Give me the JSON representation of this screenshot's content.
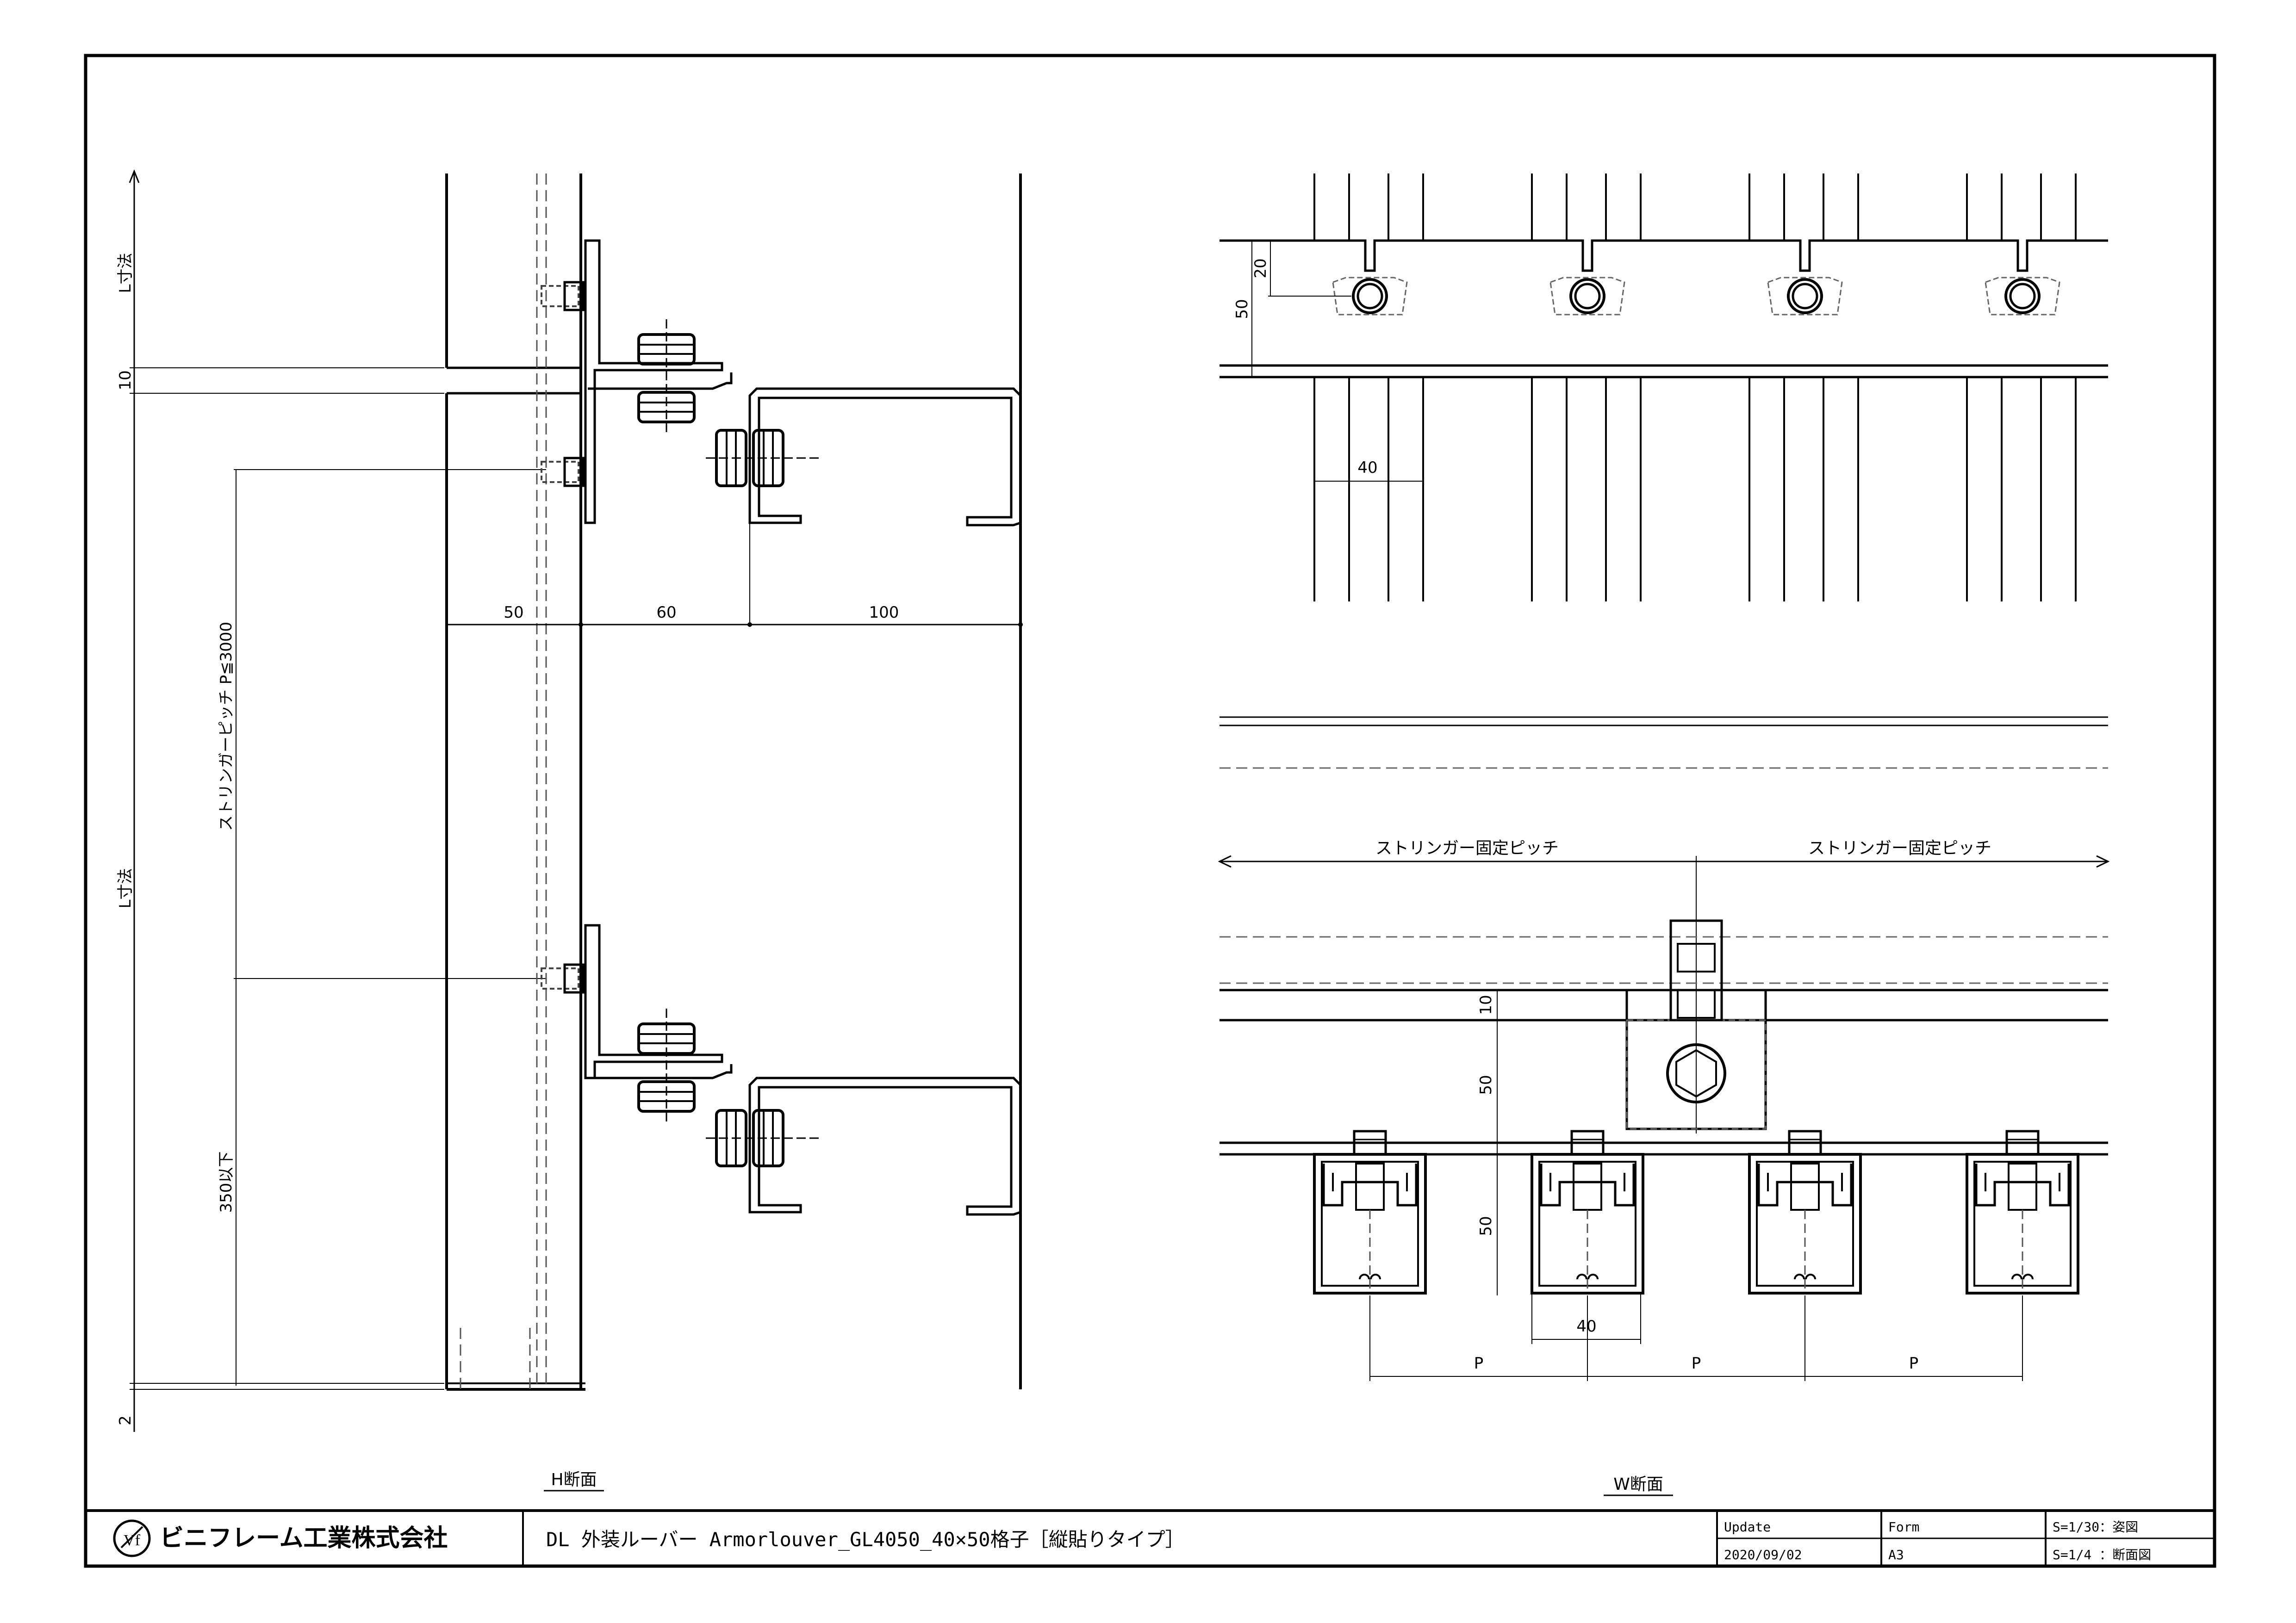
{
  "dims": {
    "l_top": "L寸法",
    "l_mid": "L寸法",
    "ten": "10",
    "two": "2",
    "pitch": "ストリンガーピッチ P≦3000",
    "below350": "350以下",
    "d50": "50",
    "d60": "60",
    "d100": "100",
    "w20": "20",
    "w50": "50",
    "w40": "40",
    "b10": "10",
    "b50a": "50",
    "b50b": "50",
    "b40": "40",
    "p1": "P",
    "p2": "P",
    "p3": "P",
    "fix_left": "ストリンガー固定ピッチ",
    "fix_right": "ストリンガー固定ピッチ"
  },
  "labels": {
    "h_section": "H断面",
    "w_section": "W断面"
  },
  "title_block": {
    "company": "ビニフレーム工業株式会社",
    "logo_text": "Vf",
    "title": "DL 外装ルーバー Armorlouver_GL4050_40×50格子［縦貼りタイプ］",
    "update_label": "Update",
    "update_value": "2020/09/02",
    "form_label": "Form",
    "form_value": "A3",
    "scale1": "S=1/30：姿図",
    "scale2": "S=1/4 ：断面図"
  }
}
